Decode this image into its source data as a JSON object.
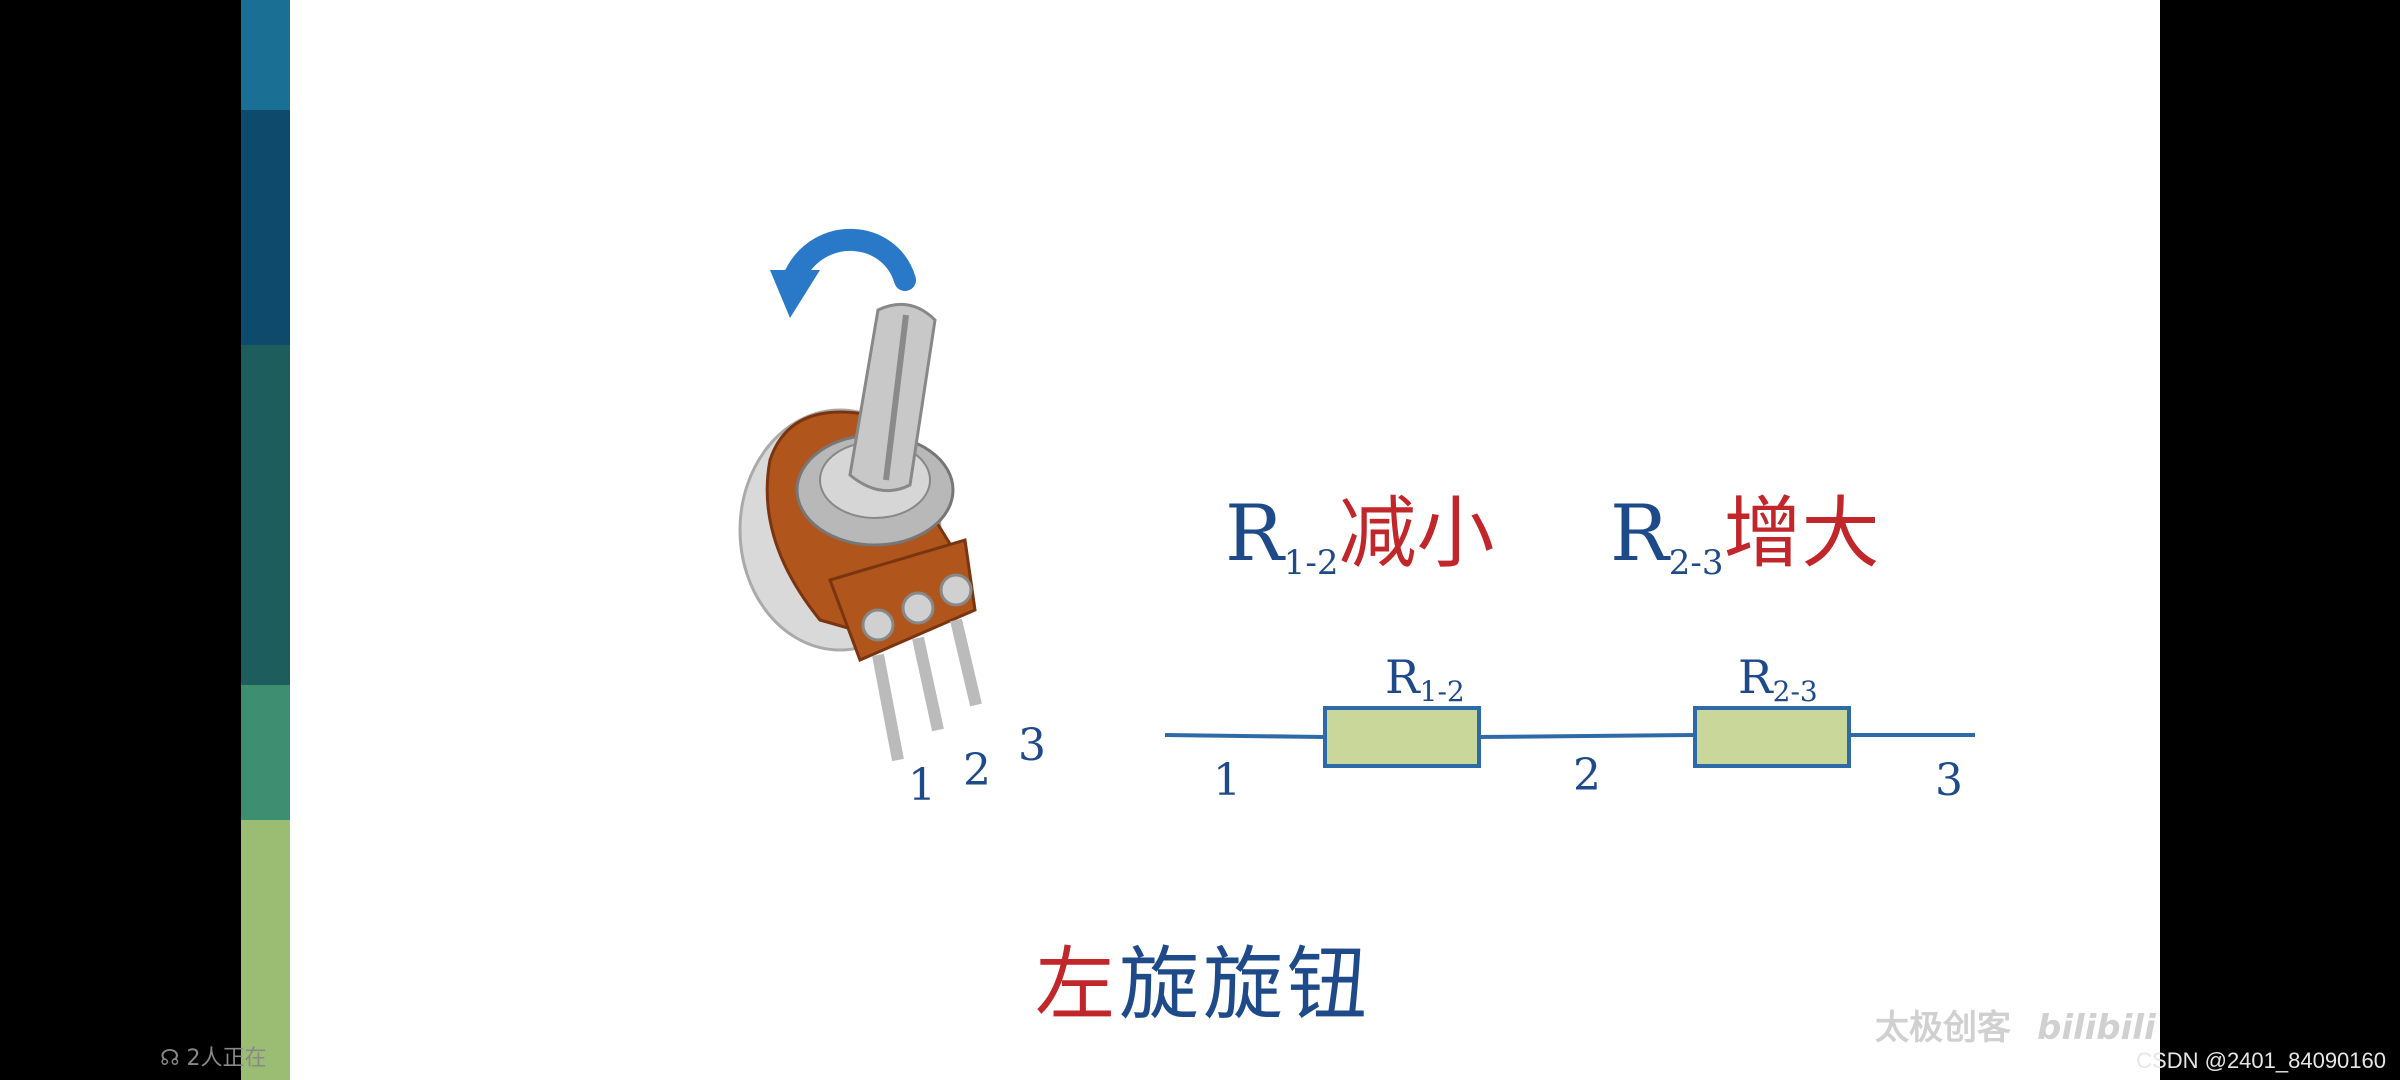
{
  "formulas": {
    "left": {
      "R": "R",
      "sub": "1-2",
      "text": "减小"
    },
    "right": {
      "R": "R",
      "sub": "2-3",
      "text": "增大"
    }
  },
  "resistors": {
    "r12": {
      "R": "R",
      "sub": "1-2"
    },
    "r23": {
      "R": "R",
      "sub": "2-3"
    }
  },
  "circuit_pins": [
    "1",
    "2",
    "3"
  ],
  "pot_pins": [
    "1",
    "2",
    "3"
  ],
  "caption": {
    "highlight": "左",
    "rest": "旋旋钮"
  },
  "watermark": {
    "channel": "太极创客",
    "logo": "bilibili"
  },
  "overlay": {
    "viewers": "2人正在",
    "credit": "CSDN @2401_84090160"
  },
  "colors": {
    "blue_text": "#1f4a8a",
    "red_text": "#c0262a",
    "resistor_fill": "#c9d89a",
    "wire": "#2f6aa8",
    "arrow": "#2a78c8"
  },
  "icons": {
    "rotate_arrow": "counterclockwise-arrow-icon",
    "viewer": "headphone-icon"
  }
}
